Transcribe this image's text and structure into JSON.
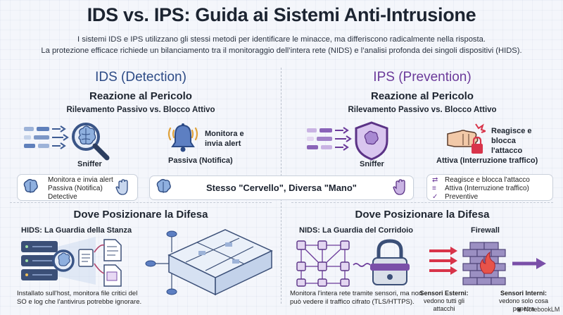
{
  "header": {
    "title": "IDS vs. IPS: Guida ai Sistemi Anti-Intrusione",
    "subtitle_line1": "I sistemi IDS e IPS utilizzano gli stessi metodi per identificare le minacce, ma differiscono radicalmente nella risposta.",
    "subtitle_line2": "La protezione efficace richiede un bilanciamento tra il monitoraggio dell’intera rete (NIDS) e l’analisi profonda dei singoli dispositivi (HIDS)."
  },
  "ids": {
    "title": "IDS (Detection)",
    "reaction_heading": "Reazione al Pericolo",
    "reaction_sub": "Rilevamento Passivo vs. Blocco Attivo",
    "sniffer_label": "Sniffer",
    "alert_label_1": "Monitora e",
    "alert_label_2": "invia alert",
    "passive_label": "Passiva (Notifica)",
    "legend": [
      "Monitora e invia alert",
      "Passiva (Notifica)",
      "Detective"
    ],
    "placement_heading": "Dove Posizionare la Difesa",
    "hids_title": "HIDS: La Guardia della Stanza",
    "hids_desc_1": "Installato sull'host, monitora file critici del",
    "hids_desc_2": "SO e log che l'antivirus potrebbe ignorare."
  },
  "ips": {
    "title": "IPS (Prevention)",
    "reaction_heading": "Reazione al Pericolo",
    "reaction_sub": "Rilevamento Passivo vs. Blocco Attivo",
    "sniffer_label": "Sniffer",
    "block_label_1": "Reagisce e",
    "block_label_2": "blocca",
    "block_label_3": "l'attacco",
    "active_label": "Attiva (Interruzione traffico)",
    "legend": [
      "Reagisce e blocca l'attacco",
      "Attiva (Interruzione traffico)",
      "Preventive"
    ],
    "placement_heading": "Dove Posizionare la Difesa",
    "nids_title": "NIDS: La Guardia del Corridoio",
    "nids_desc_1": "Monitora l'intera rete tramite sensori, ma non",
    "nids_desc_2": "può vedere il traffico cifrato (TLS/HTTPS).",
    "firewall_title": "Firewall",
    "ext_sensors_title": "Sensori Esterni:",
    "ext_sensors_desc": "vedono tutti gli attacchi",
    "int_sensors_title": "Sensori Interni:",
    "int_sensors_desc": "vedono solo cosa penetra"
  },
  "center_banner": "Stesso \"Cervello\", Diversa \"Mano\"",
  "watermark": "NotebookLM",
  "colors": {
    "ids_accent": "#2d4b86",
    "ips_accent": "#6b3a9a",
    "alert_red": "#d8344a",
    "firewall_brick": "#8d7fb3"
  }
}
